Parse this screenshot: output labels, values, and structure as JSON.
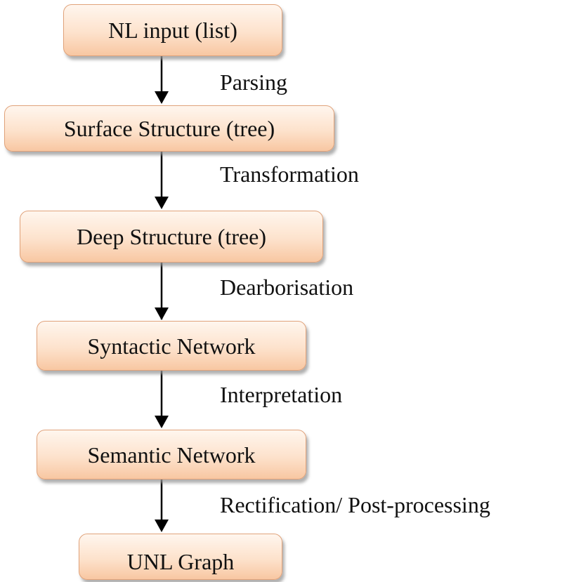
{
  "nodes": [
    {
      "id": "nl-input",
      "label": "NL input (list)"
    },
    {
      "id": "surface-structure",
      "label": "Surface Structure (tree)"
    },
    {
      "id": "deep-structure",
      "label": "Deep Structure (tree)"
    },
    {
      "id": "syntactic-network",
      "label": "Syntactic Network"
    },
    {
      "id": "semantic-network",
      "label": "Semantic Network"
    },
    {
      "id": "unl-graph",
      "label": "UNL Graph"
    }
  ],
  "edges": [
    {
      "from": "nl-input",
      "to": "surface-structure",
      "label": "Parsing"
    },
    {
      "from": "surface-structure",
      "to": "deep-structure",
      "label": "Transformation"
    },
    {
      "from": "deep-structure",
      "to": "syntactic-network",
      "label": "Dearborisation"
    },
    {
      "from": "syntactic-network",
      "to": "semantic-network",
      "label": "Interpretation"
    },
    {
      "from": "semantic-network",
      "to": "unl-graph",
      "label": "Rectification/ Post-processing"
    }
  ],
  "colors": {
    "node_border": "#e0a27a",
    "node_fill_top": "#fff6ee",
    "node_fill_bottom": "#f8c7a2",
    "arrow": "#000000",
    "text": "#111111"
  }
}
